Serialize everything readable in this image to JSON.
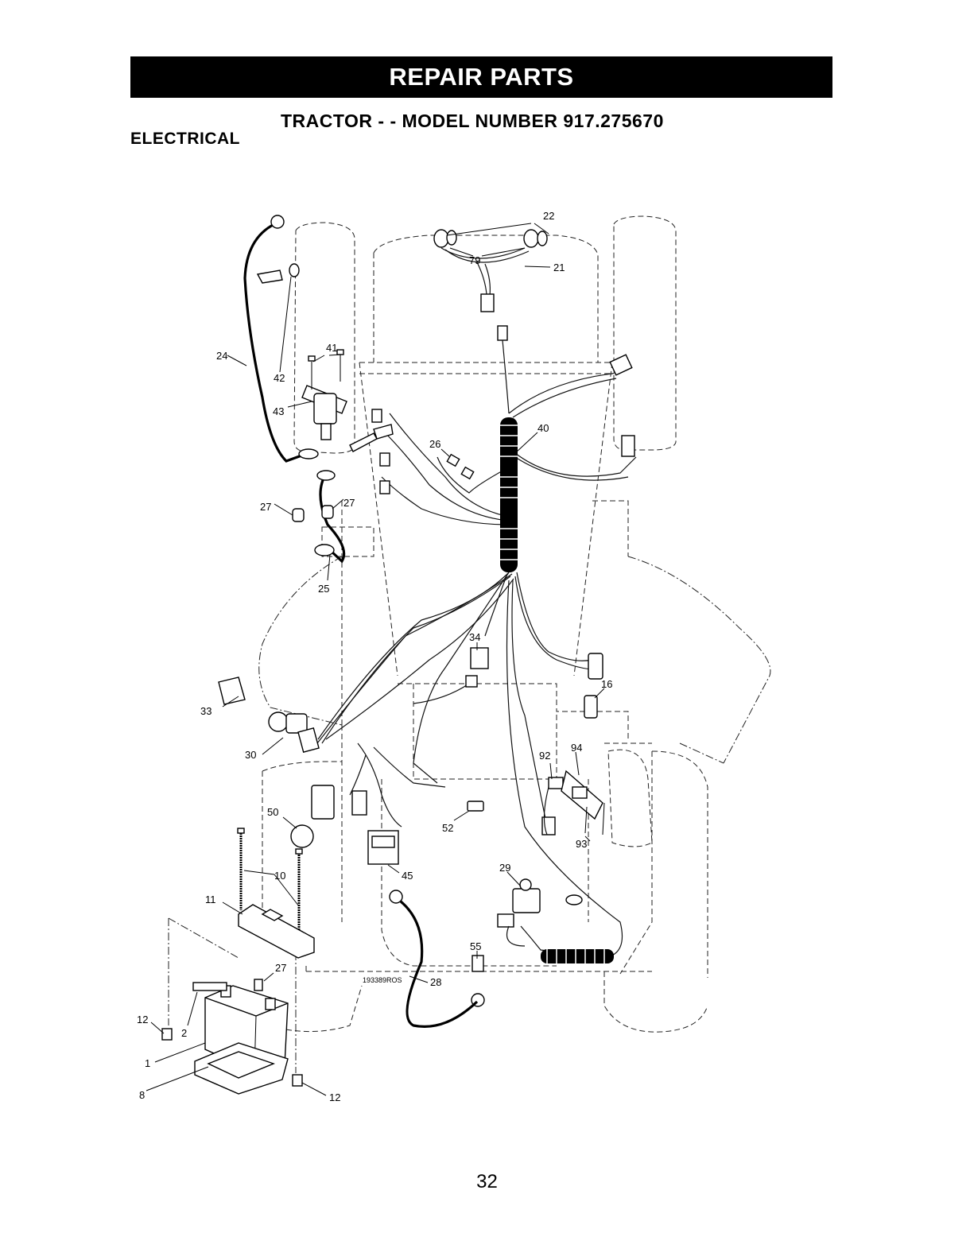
{
  "header": {
    "banner": "REPAIR PARTS",
    "subtitle": "TRACTOR - - MODEL NUMBER 917.275670",
    "section": "ELECTRICAL"
  },
  "diagram": {
    "drawing_code": "193389ROS",
    "callouts": [
      {
        "id": "c22",
        "text": "22"
      },
      {
        "id": "c79",
        "text": "79"
      },
      {
        "id": "c21",
        "text": "21"
      },
      {
        "id": "c24",
        "text": "24"
      },
      {
        "id": "c41",
        "text": "41"
      },
      {
        "id": "c42",
        "text": "42"
      },
      {
        "id": "c43",
        "text": "43"
      },
      {
        "id": "c40",
        "text": "40"
      },
      {
        "id": "c26",
        "text": "26"
      },
      {
        "id": "c27a",
        "text": "27"
      },
      {
        "id": "c27b",
        "text": "27"
      },
      {
        "id": "c25",
        "text": "25"
      },
      {
        "id": "c34",
        "text": "34"
      },
      {
        "id": "c16",
        "text": "16"
      },
      {
        "id": "c33",
        "text": "33"
      },
      {
        "id": "c30",
        "text": "30"
      },
      {
        "id": "c92",
        "text": "92"
      },
      {
        "id": "c94",
        "text": "94"
      },
      {
        "id": "c50",
        "text": "50"
      },
      {
        "id": "c52",
        "text": "52"
      },
      {
        "id": "c93",
        "text": "93"
      },
      {
        "id": "c10",
        "text": "10"
      },
      {
        "id": "c45",
        "text": "45"
      },
      {
        "id": "c29",
        "text": "29"
      },
      {
        "id": "c11",
        "text": "11"
      },
      {
        "id": "c55",
        "text": "55"
      },
      {
        "id": "c27c",
        "text": "27"
      },
      {
        "id": "c28",
        "text": "28"
      },
      {
        "id": "c12a",
        "text": "12"
      },
      {
        "id": "c2",
        "text": "2"
      },
      {
        "id": "c1",
        "text": "1"
      },
      {
        "id": "c8",
        "text": "8"
      },
      {
        "id": "c12b",
        "text": "12"
      }
    ]
  },
  "footer": {
    "page_number": "32"
  }
}
